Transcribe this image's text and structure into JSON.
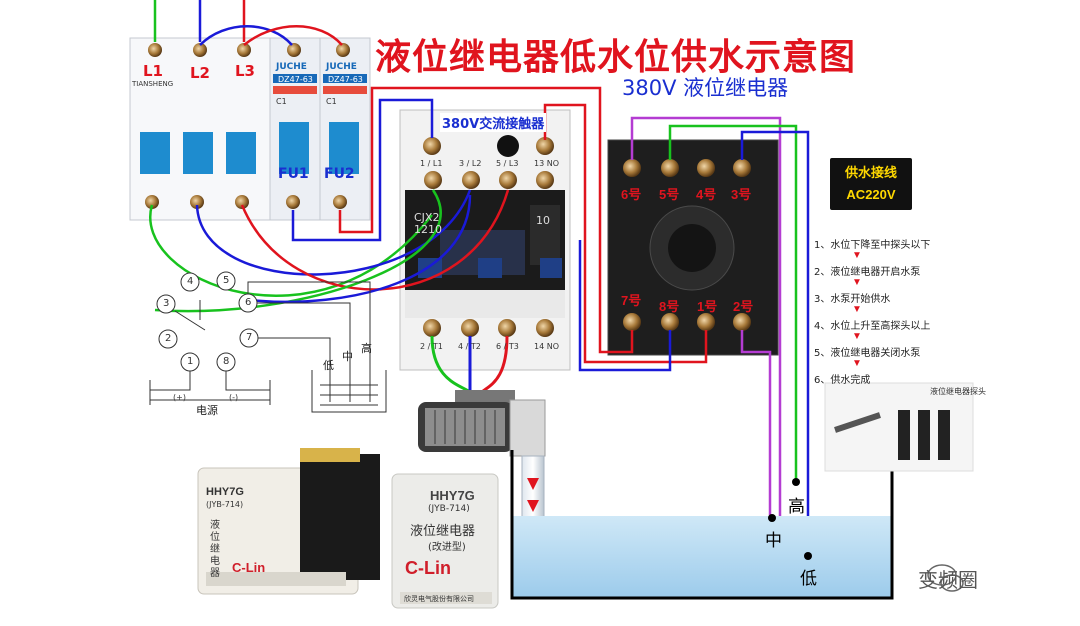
{
  "title": "液位继电器低水位供水示意图",
  "subtitle": "380V 液位继电器",
  "breaker": {
    "phase_labels": [
      "L1",
      "L2",
      "L3"
    ],
    "fuse_labels": [
      "FU1",
      "FU2"
    ],
    "brand_main": "TIANSHENG",
    "brand_fuse": "JUCHE",
    "model_fuse": "DZ47-63",
    "rating_fuse": "C1"
  },
  "contactor": {
    "label": "380V交流接触器",
    "top_terminals": [
      "1 / L1",
      "3 / L2",
      "5 / L3",
      "13 NO"
    ],
    "bottom_terminals": [
      "2 / T1",
      "4 / T2",
      "6 / T3",
      "14 NO"
    ],
    "model": "CJX2 1210",
    "aux": "10"
  },
  "relay_base": {
    "top_pins": [
      "6号",
      "5号",
      "4号",
      "3号"
    ],
    "bottom_pins": [
      "7号",
      "8号",
      "1号",
      "2号"
    ]
  },
  "wiring_box": {
    "line1": "供水接线",
    "line2": "AC220V"
  },
  "steps": [
    "1、水位下降至中探头以下",
    "2、液位继电器开启水泵",
    "3、水泵开始供水",
    "4、水位上升至高探头以上",
    "5、液位继电器关闭水泵",
    "6、供水完成"
  ],
  "probe_caption": "液位继电器探头",
  "schematic": {
    "pins": [
      "4",
      "5",
      "3",
      "6",
      "2",
      "7",
      "1",
      "8"
    ],
    "levels": [
      "低",
      "中",
      "高"
    ],
    "power_label": "电源",
    "plus": "(+)",
    "minus": "(-)"
  },
  "tank_levels": [
    "高",
    "中",
    "低"
  ],
  "product": {
    "model": "HHY7G",
    "sub_model": "(JYB-714)",
    "name": "液位继电器",
    "variant": "(改进型)",
    "brand": "C-Lin",
    "maker": "欣灵电气股份有限公司"
  },
  "watermark": "变频圈",
  "colors": {
    "title_red": "#e0141e",
    "label_blue": "#1a2fd0",
    "wire_green": "#18c21e",
    "wire_blue": "#1a1ad8",
    "wire_red": "#e0141e",
    "wire_purple": "#b43cd2",
    "water": "#b9dcf2"
  }
}
